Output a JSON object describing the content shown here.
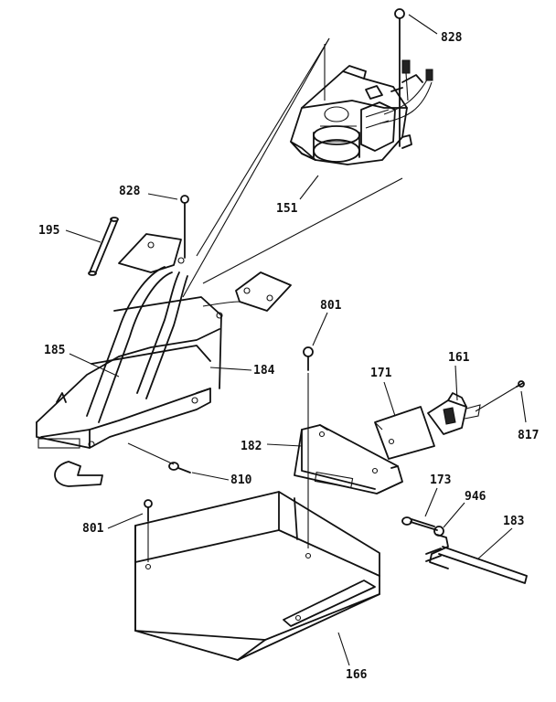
{
  "labels": {
    "p828_top": "828",
    "p151": "151",
    "p828_left": "828",
    "p195": "195",
    "p185": "185",
    "p184": "184",
    "p801_mid": "801",
    "p171": "171",
    "p161": "161",
    "p817": "817",
    "p182": "182",
    "p810": "810",
    "p173": "173",
    "p946": "946",
    "p183": "183",
    "p801_left": "801",
    "p166": "166"
  }
}
